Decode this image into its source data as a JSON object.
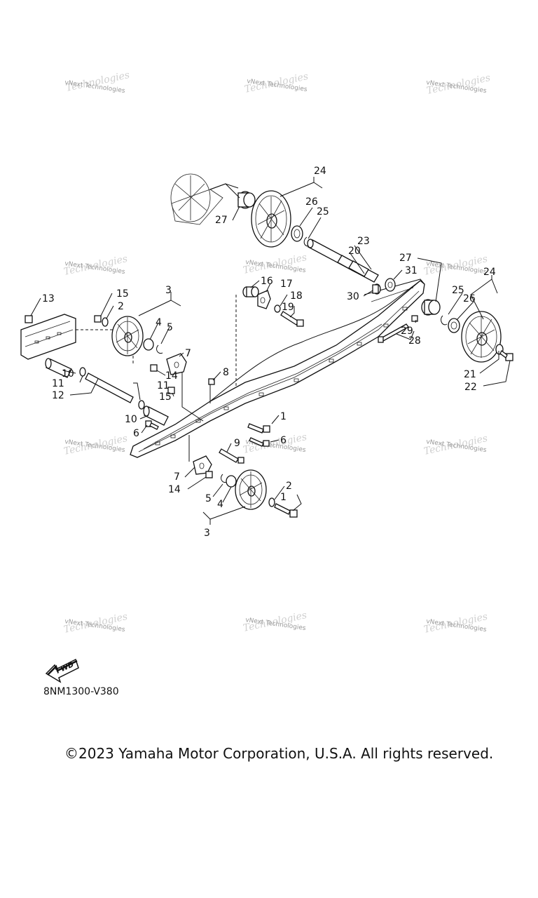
{
  "diagram": {
    "callouts": {
      "c1a": "1",
      "c1b": "1",
      "c2a": "2",
      "c2b": "2",
      "c3a": "3",
      "c3b": "3",
      "c4a": "4",
      "c4b": "4",
      "c5a": "5",
      "c5b": "5",
      "c6a": "6",
      "c6b": "6",
      "c7a": "7",
      "c7b": "7",
      "c8": "8",
      "c9": "9",
      "c10a": "10",
      "c10b": "10",
      "c11a": "11",
      "c11b": "11",
      "c12": "12",
      "c13": "13",
      "c14a": "14",
      "c14b": "14",
      "c15a": "15",
      "c15b": "15",
      "c16": "16",
      "c17": "17",
      "c18": "18",
      "c19": "19",
      "c20": "20",
      "c21": "21",
      "c22": "22",
      "c23": "23",
      "c24a": "24",
      "c24b": "24",
      "c25a": "25",
      "c25b": "25",
      "c26a": "26",
      "c26b": "26",
      "c27a": "27",
      "c27b": "27",
      "c28": "28",
      "c29": "29",
      "c30": "30",
      "c31": "31"
    },
    "watermark_small": "vNext Technologies",
    "watermark_large": "Technologies",
    "fwd_label": "FWD",
    "diagram_code": "8NM1300-V380",
    "copyright": "©2023 Yamaha Motor Corporation, U.S.A. All rights reserved."
  }
}
